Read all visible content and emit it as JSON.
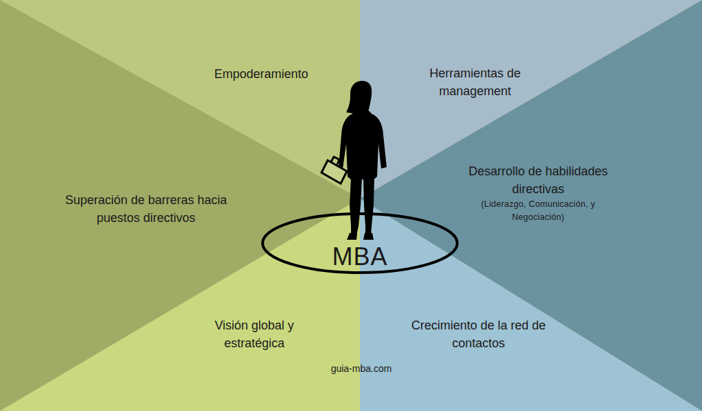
{
  "diagram": {
    "nodes": [
      {
        "text": [
          "Empoderamiento"
        ]
      },
      {
        "text": [
          "Herramientas de management"
        ]
      },
      {
        "text": [
          "Superación de barreras hacia puestos directivos"
        ]
      },
      {
        "text": [
          "Desarrollo de habilidades directivas",
          "(Liderazgo, Comunicación, y Negociación)"
        ]
      },
      {
        "text": [
          "MBA"
        ]
      },
      {
        "text": [
          "Visión global y estratégica"
        ]
      },
      {
        "text": [
          "Crecimiento de la red de contactos"
        ]
      }
    ],
    "labels": [
      "guia-mba.com"
    ]
  }
}
